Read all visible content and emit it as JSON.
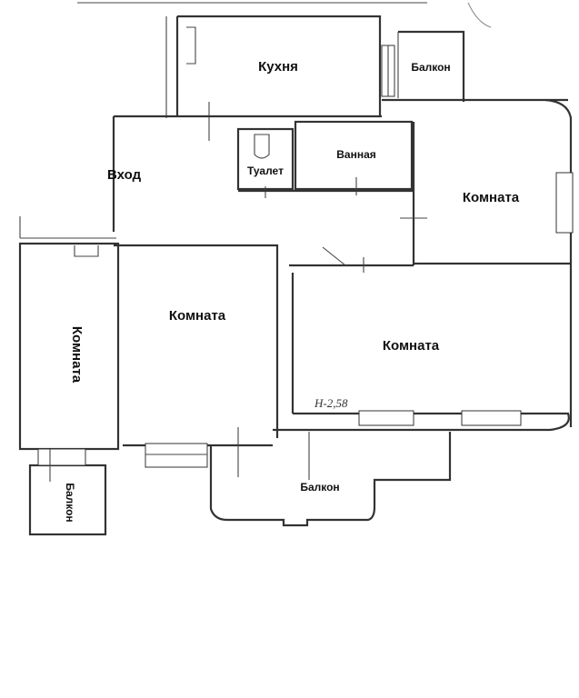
{
  "plan": {
    "rooms": {
      "kitchen": "Кухня",
      "balcony_top": "Балкон",
      "entrance": "Вход",
      "toilet": "Туалет",
      "bathroom": "Ванная",
      "room_right_upper": "Комната",
      "room_center": "Комната",
      "room_right_lower": "Комната",
      "room_left": "Комната",
      "balcony_bottom": "Балкон",
      "balcony_left": "Балкон"
    },
    "ceiling_height": "H-2,58"
  }
}
